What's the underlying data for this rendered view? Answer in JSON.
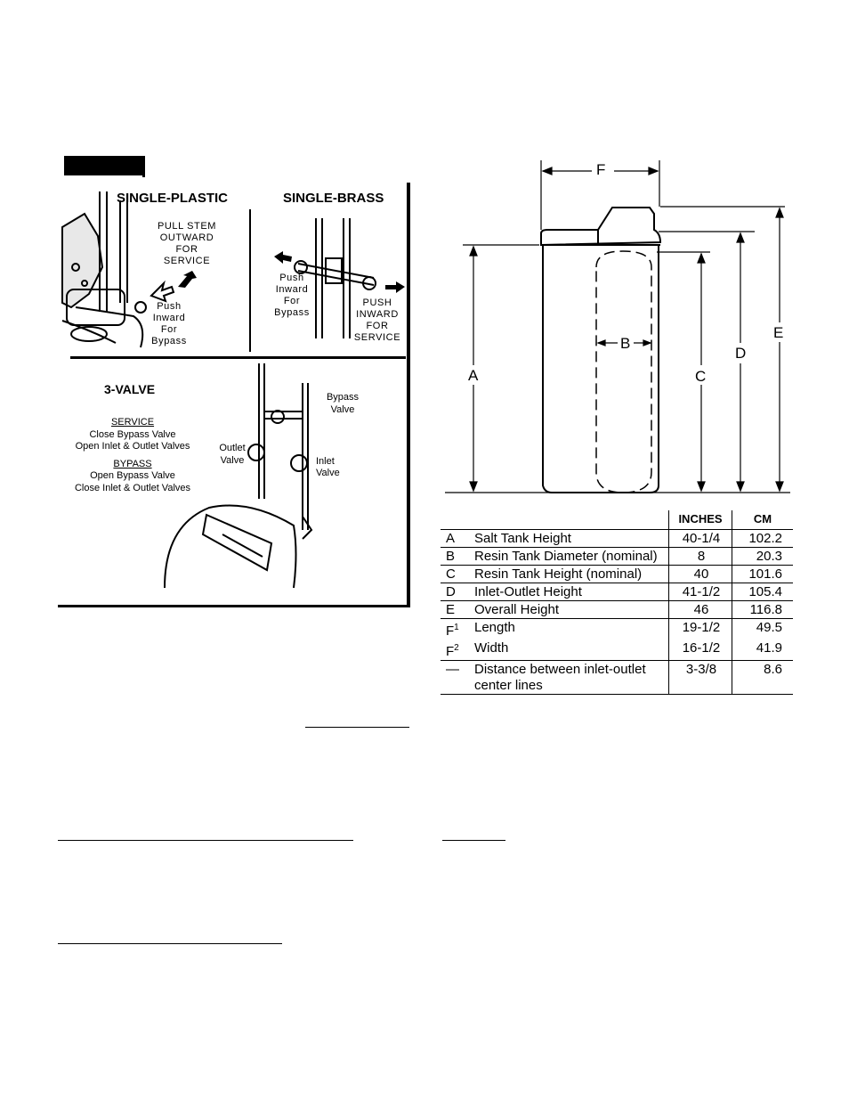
{
  "left_figure": {
    "single_plastic": {
      "title": "SINGLE-PLASTIC",
      "pull_line1": "PULL STEM",
      "pull_line2": "OUTWARD",
      "pull_line3": "FOR",
      "pull_line4": "SERVICE",
      "push_line1": "Push",
      "push_line2": "Inward",
      "push_line3": "For",
      "push_line4": "Bypass"
    },
    "single_brass": {
      "title": "SINGLE-BRASS",
      "push_line1": "Push",
      "push_line2": "Inward",
      "push_line3": "For",
      "push_line4": "Bypass",
      "service_line1": "PUSH",
      "service_line2": "INWARD",
      "service_line3": "FOR",
      "service_line4": "SERVICE"
    },
    "three_valve": {
      "title": "3-VALVE",
      "service_heading": "SERVICE",
      "service_line1": "Close Bypass Valve",
      "service_line2": "Open Inlet & Outlet Valves",
      "bypass_heading": "BYPASS",
      "bypass_line1": "Open Bypass Valve",
      "bypass_line2": "Close Inlet & Outlet Valves",
      "bypass_valve_line1": "Bypass",
      "bypass_valve_line2": "Valve",
      "outlet_valve_line1": "Outlet",
      "outlet_valve_line2": "Valve",
      "inlet_valve_line1": "Inlet",
      "inlet_valve_line2": "Valve"
    }
  },
  "dimension_diagram": {
    "labels": {
      "a": "A",
      "b": "B",
      "c": "C",
      "d": "D",
      "e": "E",
      "f": "F"
    }
  },
  "dimension_table": {
    "headers": {
      "inches": "INCHES",
      "cm": "CM"
    },
    "rows": [
      {
        "letter": "A",
        "sup": "",
        "description": "Salt Tank Height",
        "inches": "40-1/4",
        "cm": "102.2"
      },
      {
        "letter": "B",
        "sup": "",
        "description": "Resin Tank Diameter (nominal)",
        "inches": "8",
        "cm": "20.3"
      },
      {
        "letter": "C",
        "sup": "",
        "description": "Resin Tank Height (nominal)",
        "inches": "40",
        "cm": "101.6"
      },
      {
        "letter": "D",
        "sup": "",
        "description": "Inlet-Outlet Height",
        "inches": "41-1/2",
        "cm": "105.4"
      },
      {
        "letter": "E",
        "sup": "",
        "description": "Overall Height",
        "inches": "46",
        "cm": "116.8"
      },
      {
        "letter": "F",
        "sup": "1",
        "description": "Length",
        "inches": "19-1/2",
        "cm": "49.5"
      },
      {
        "letter": "F",
        "sup": "2",
        "description": "Width",
        "inches": "16-1/2",
        "cm": "41.9"
      },
      {
        "letter": "—",
        "sup": "",
        "description": "Distance between inlet-outlet",
        "description2": "center lines",
        "inches": "3-3/8",
        "cm": "8.6"
      }
    ]
  }
}
